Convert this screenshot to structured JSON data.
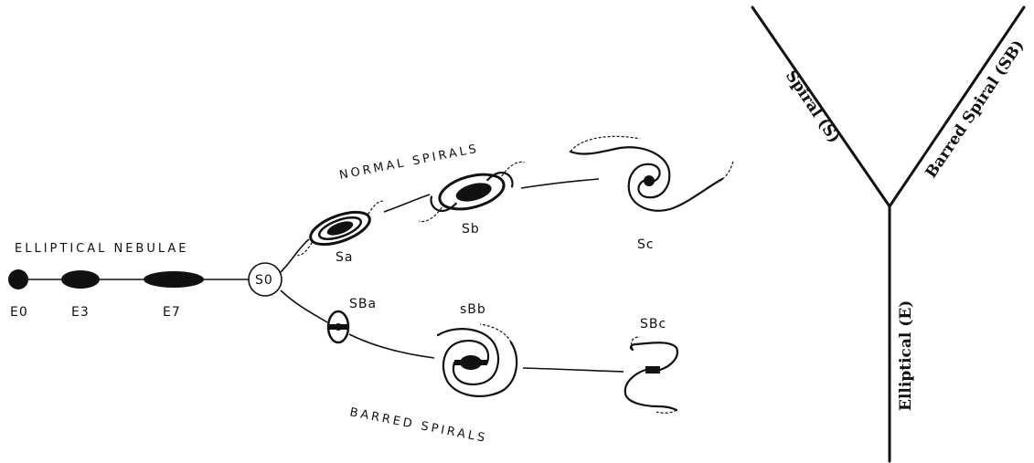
{
  "labels": {
    "elliptical_nebulae": "ELLIPTICAL NEBULAE",
    "normal_spirals": "NORMAL SPIRALS",
    "barred_spirals": "BARRED SPIRALS",
    "e0": "E0",
    "e3": "E3",
    "e7": "E7",
    "s0": "S0",
    "sa": "Sa",
    "sb": "Sb",
    "sc": "Sc",
    "sba": "SBa",
    "sbb": "sBb",
    "sbc": "SBc"
  },
  "schematic": {
    "spiral": "Spiral (S)",
    "barred_spiral": "Barred Spiral (SB)",
    "elliptical": "Elliptical (E)"
  }
}
